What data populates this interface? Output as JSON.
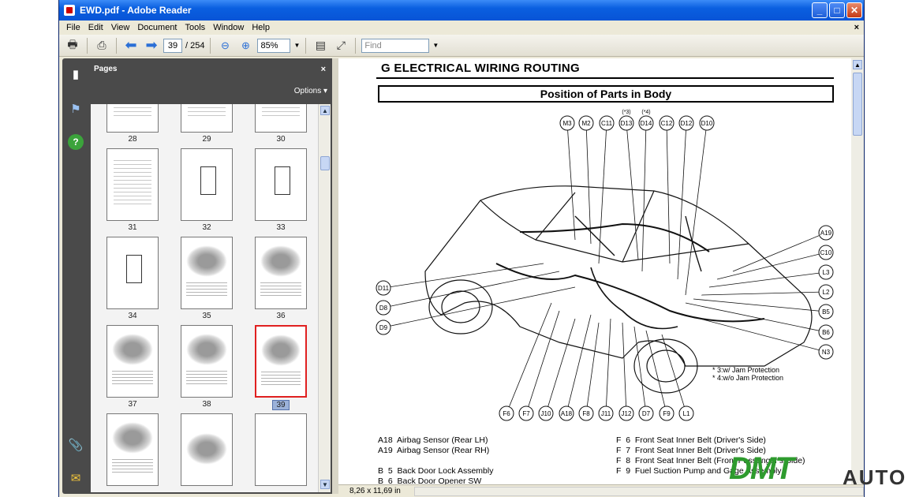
{
  "window": {
    "title": "EWD.pdf - Adobe Reader",
    "minimize_label": "_",
    "maximize_label": "□",
    "close_label": "✕"
  },
  "menu": [
    "File",
    "Edit",
    "View",
    "Document",
    "Tools",
    "Window",
    "Help"
  ],
  "menu_close": "×",
  "toolbar": {
    "current_page": "39",
    "page_separator": "/ 254",
    "zoom": "85%",
    "find_placeholder": "Find"
  },
  "pages_panel": {
    "title": "Pages",
    "close": "×",
    "options": "Options ▾",
    "thumbnails": [
      "28",
      "29",
      "30",
      "31",
      "32",
      "33",
      "34",
      "35",
      "36",
      "37",
      "38",
      "39"
    ],
    "selected": "39"
  },
  "document": {
    "title": "G  ELECTRICAL WIRING ROUTING",
    "subtitle": "Position of Parts in Body",
    "top_connectors": [
      "M3",
      "M2",
      "C11",
      "D13",
      "D14",
      "C12",
      "D12",
      "D10"
    ],
    "top_notes": [
      "(*3)",
      "(*4)"
    ],
    "right_connectors": [
      "A19",
      "C10",
      "L3",
      "L2",
      "B5",
      "B6",
      "N3"
    ],
    "left_connectors": [
      "D11",
      "D8",
      "D9"
    ],
    "bottom_connectors": [
      "F6",
      "F7",
      "J10",
      "A18",
      "F8",
      "J11",
      "J12",
      "D7",
      "F9",
      "L1"
    ],
    "notes": [
      "* 3:w/ Jam Protection",
      "* 4:w/o Jam Protection"
    ],
    "legend_left": [
      "A18  Airbag Sensor (Rear LH)",
      "A19  Airbag Sensor (Rear RH)",
      "",
      "B  5  Back Door Lock Assembly",
      "B  6  Back Door Opener SW"
    ],
    "legend_right": [
      "F  6  Front Seat Inner Belt (Driver's Side)",
      "F  7  Front Seat Inner Belt (Driver's Side)",
      "F  8  Front Seat Inner Belt (Front Passenger's Side)",
      "F  9  Fuel Suction Pump and Gage Assembly"
    ]
  },
  "status": {
    "page_size": "8,26 x 11,69 in"
  },
  "watermark": {
    "brand1": "DMT",
    "brand2": "AUTO"
  }
}
